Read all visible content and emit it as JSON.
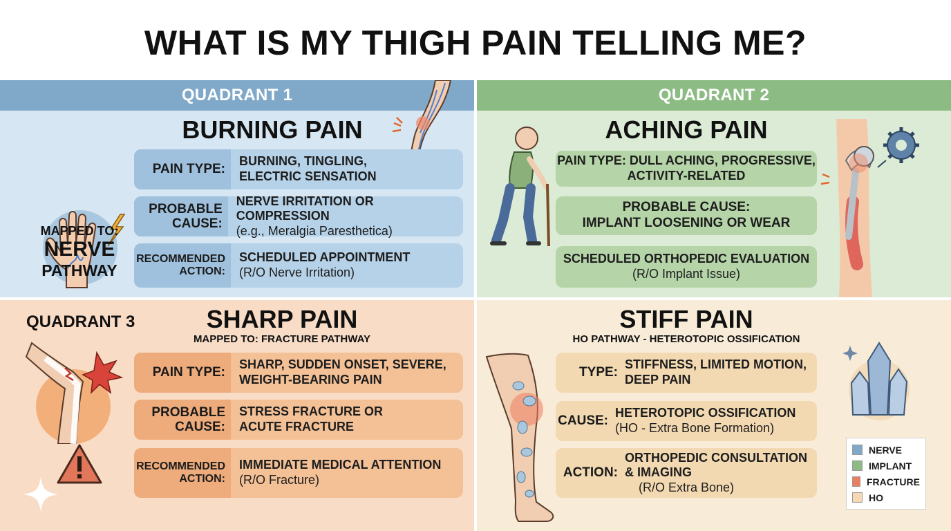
{
  "title": "WHAT IS MY THIGH PAIN TELLING ME?",
  "q1": {
    "label": "QUADRANT 1",
    "heading": "BURNING PAIN",
    "mapped_label": "MAPPED TO:",
    "mapped_big_1": "NERVE",
    "mapped_big_2": "PATHWAY",
    "rows": [
      {
        "label_1": "PAIN TYPE:",
        "label_2": "",
        "line_1": "BURNING, TINGLING,",
        "line_2": "ELECTRIC SENSATION"
      },
      {
        "label_1": "PROBABLE",
        "label_2": "CAUSE:",
        "line_1": "NERVE IRRITATION OR COMPRESSION",
        "line_2": "(e.g., Meralgia Paresthetica)"
      },
      {
        "label_1": "RECOMMENDED",
        "label_2": "ACTION:",
        "line_1": "SCHEDULED APPOINTMENT",
        "line_2": "(R/O Nerve Irritation)"
      }
    ]
  },
  "q2": {
    "label": "QUADRANT 2",
    "heading": "ACHING PAIN",
    "rows": [
      {
        "line_1": "PAIN TYPE: DULL ACHING, PROGRESSIVE,",
        "line_2": "ACTIVITY-RELATED"
      },
      {
        "line_1": "PROBABLE CAUSE:",
        "line_2": "IMPLANT LOOSENING OR WEAR"
      },
      {
        "line_1": "SCHEDULED ORTHOPEDIC EVALUATION",
        "line_2": "(R/O Implant Issue)"
      }
    ]
  },
  "q3": {
    "label": "QUADRANT 3",
    "heading": "SHARP PAIN",
    "subheading": "MAPPED TO: FRACTURE PATHWAY",
    "rows": [
      {
        "label_1": "PAIN TYPE:",
        "label_2": "",
        "line_1": "SHARP, SUDDEN ONSET, SEVERE,",
        "line_2": "WEIGHT-BEARING PAIN"
      },
      {
        "label_1": "PROBABLE",
        "label_2": "CAUSE:",
        "line_1": "STRESS FRACTURE OR",
        "line_2": "ACUTE FRACTURE"
      },
      {
        "label_1": "RECOMMENDED",
        "label_2": "ACTION:",
        "line_1": "IMMEDIATE MEDICAL ATTENTION",
        "line_2": "(R/O Fracture)"
      }
    ]
  },
  "q4": {
    "heading": "STIFF PAIN",
    "subheading": "HO PATHWAY - HETEROTOPIC OSSIFICATION",
    "rows": [
      {
        "label": "TYPE:",
        "line_1": "STIFFNESS, LIMITED MOTION,",
        "line_2": "DEEP PAIN",
        "line_3": ""
      },
      {
        "label": "CAUSE:",
        "line_1": "HETEROTOPIC OSSIFICATION",
        "line_2": "(HO - Extra Bone Formation)",
        "line_3": ""
      },
      {
        "label": "ACTION:",
        "line_1": "ORTHOPEDIC CONSULTATION",
        "line_2": "& IMAGING",
        "line_3": "(R/O Extra Bone)"
      }
    ]
  },
  "legend": [
    {
      "label": "NERVE",
      "color": "#7fa8c9"
    },
    {
      "label": "IMPLANT",
      "color": "#8dbb84"
    },
    {
      "label": "FRACTURE",
      "color": "#e9805f"
    },
    {
      "label": "HO",
      "color": "#f6d9b4"
    }
  ],
  "colors": {
    "q1_bar": "#7fa8c9",
    "q2_bar": "#8dbb84",
    "q3_bg": "#f8dcc6",
    "q4_bg": "#f8ecd9"
  }
}
